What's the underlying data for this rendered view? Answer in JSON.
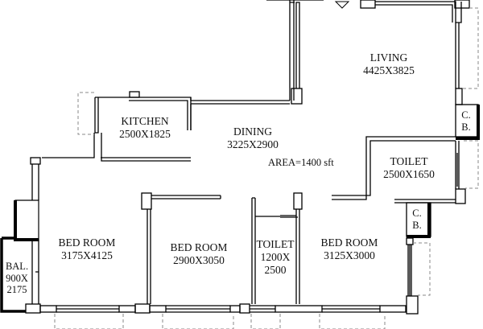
{
  "plan": {
    "area_label": "AREA=1400 sft",
    "rooms": [
      {
        "id": "kitchen",
        "name": "KITCHEN",
        "size": "2500X1825"
      },
      {
        "id": "dining",
        "name": "DINING",
        "size": "3225X2900"
      },
      {
        "id": "living",
        "name": "LIVING",
        "size": "4425X3825"
      },
      {
        "id": "toilet1",
        "name": "TOILET",
        "size": "2500X1650"
      },
      {
        "id": "bedroom1",
        "name": "BED ROOM",
        "size": "3175X4125"
      },
      {
        "id": "bedroom2",
        "name": "BED ROOM",
        "size": "2900X3050"
      },
      {
        "id": "toilet2",
        "name": "TOILET",
        "size_line1": "1200X",
        "size_line2": "2500"
      },
      {
        "id": "bedroom3",
        "name": "BED ROOM",
        "size": "3125X3000"
      },
      {
        "id": "balcony",
        "name": "BAL.",
        "size_line1": "900X",
        "size_line2": "2175"
      }
    ],
    "cupboards": [
      {
        "id": "cb1",
        "line1": "C.",
        "line2": "B."
      },
      {
        "id": "cb2",
        "line1": "C.",
        "line2": "B."
      }
    ],
    "colors": {
      "wall": "#000000",
      "dashed": "#888888",
      "background": "#ffffff"
    }
  }
}
